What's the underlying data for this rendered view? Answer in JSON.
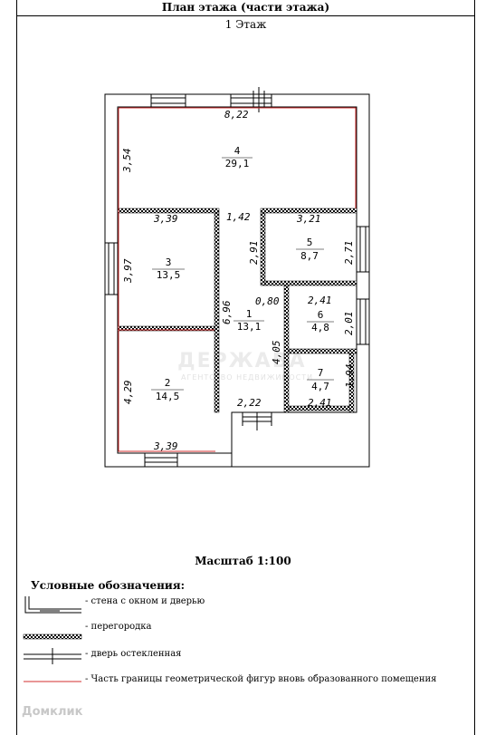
{
  "header": {
    "title": "План этажа (части этажа)",
    "floor": "1 Этаж"
  },
  "rooms": [
    {
      "id": "4",
      "area": "29,1"
    },
    {
      "id": "3",
      "area": "13,5"
    },
    {
      "id": "5",
      "area": "8,7"
    },
    {
      "id": "1",
      "area": "13,1"
    },
    {
      "id": "6",
      "area": "4,8"
    },
    {
      "id": "2",
      "area": "14,5"
    },
    {
      "id": "7",
      "area": "4,7"
    }
  ],
  "dimensions": {
    "top_width": "8,22",
    "room4_height": "3,54",
    "room3_width": "3,39",
    "corridor_top": "1,42",
    "room5_width": "3,21",
    "room5_height_inner": "2,91",
    "room5_height": "2,71",
    "room3_height": "3,97",
    "corridor_width": "0,80",
    "room6_width": "2,41",
    "room6_height": "2,01",
    "corridor_height": "6,96",
    "room7_inner": "4,05",
    "room2_height": "4,29",
    "room7_height": "1,94",
    "room1_bottom": "2,22",
    "room7_width": "2,41",
    "room2_width": "3,39"
  },
  "scale": "Масштаб 1:100",
  "legend": {
    "title": "Условные обозначения:",
    "items": [
      "- стена с окном и дверью",
      "- перегородка",
      "- дверь остекленная",
      "- Часть границы геометрической фигур вновь образованного помещения"
    ]
  },
  "watermark": {
    "center": "ДЕРЖАВА",
    "center_sub": "АГЕНТСТВО НЕДВИЖИМОСТИ",
    "bottom": "Домклик"
  },
  "colors": {
    "boundary": "#d32f2f",
    "wall": "#000000"
  }
}
